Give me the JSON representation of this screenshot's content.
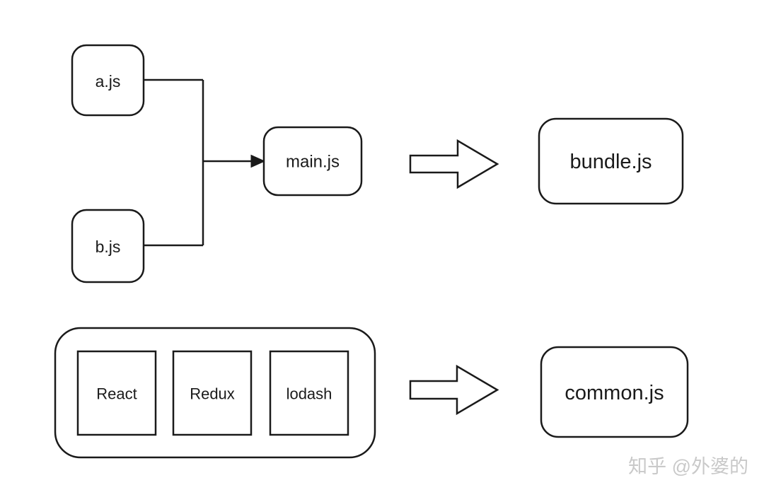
{
  "theme": {
    "background": "#ffffff",
    "stroke": "#1a1a1a",
    "watermark_color": "#c9c9c9"
  },
  "diagram": {
    "description_icons": {
      "flow_arrow": "right-block-arrow-icon",
      "merge_arrow": "right-arrow-icon"
    },
    "nodes": {
      "a": {
        "label": "a.js"
      },
      "b": {
        "label": "b.js"
      },
      "main": {
        "label": "main.js"
      },
      "bundle": {
        "label": "bundle.js"
      },
      "react": {
        "label": "React"
      },
      "redux": {
        "label": "Redux"
      },
      "lodash": {
        "label": "lodash"
      },
      "common": {
        "label": "common.js"
      }
    },
    "watermark": {
      "text": "知乎 @外婆的"
    }
  }
}
